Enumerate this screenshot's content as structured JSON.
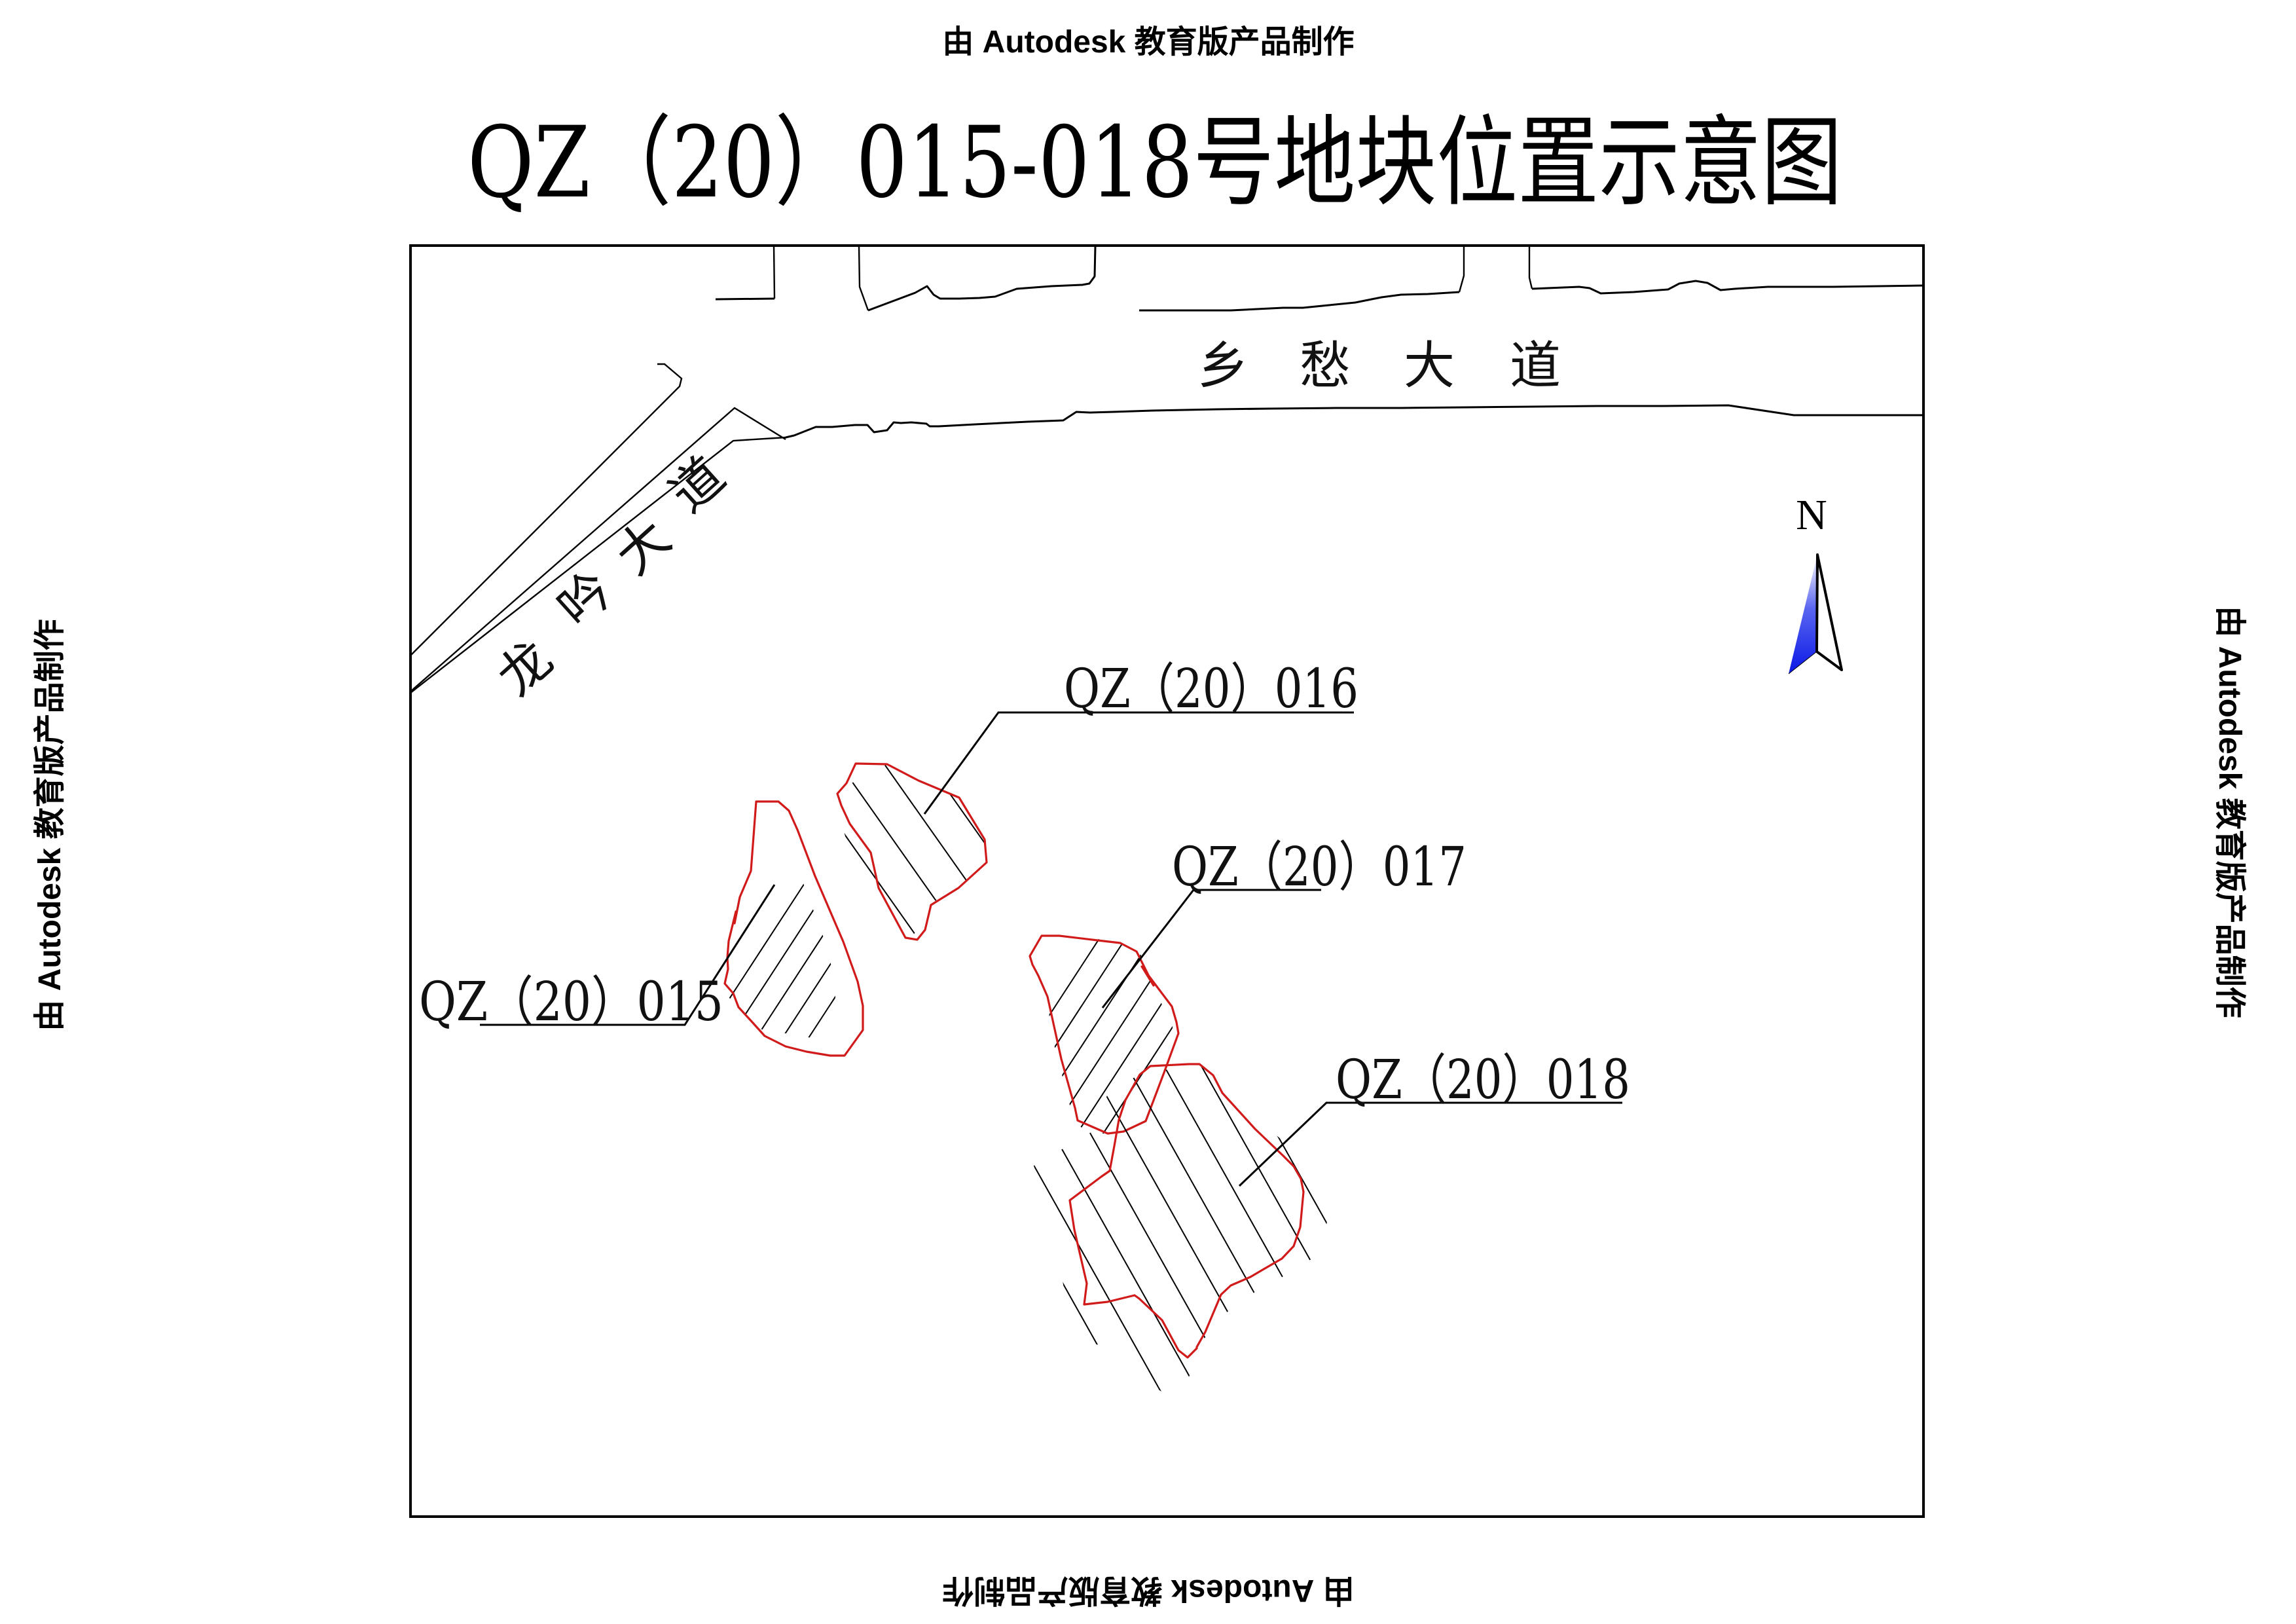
{
  "title": "QZ（20）015-018号地块位置示意图",
  "watermark": {
    "text": "由 Autodesk 教育版产品制作",
    "positions": [
      "top",
      "left",
      "right",
      "bottom"
    ]
  },
  "roads": {
    "xiangchou": {
      "label": "乡 愁 大 道",
      "chars": [
        "乡",
        "愁",
        "大",
        "道"
      ]
    },
    "longyin": {
      "label": "龙 吟 大 道",
      "chars": [
        "龙",
        "吟",
        "大",
        "道"
      ]
    }
  },
  "north_arrow": {
    "label": "N",
    "fill_color": "#1f2fe8"
  },
  "parcels": [
    {
      "id": "QZ（20）015",
      "label": "QZ（20）015",
      "outline_color": "#d11a1a"
    },
    {
      "id": "QZ（20）016",
      "label": "QZ（20）016",
      "outline_color": "#d11a1a"
    },
    {
      "id": "QZ（20）017",
      "label": "QZ（20）017",
      "outline_color": "#d11a1a"
    },
    {
      "id": "QZ（20）018",
      "label": "QZ（20）018",
      "outline_color": "#d11a1a"
    }
  ]
}
